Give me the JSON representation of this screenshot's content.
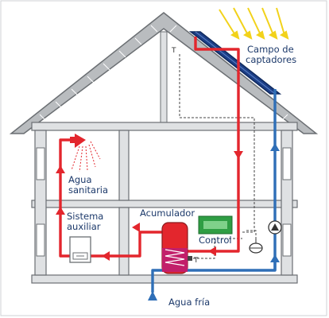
{
  "labels": {
    "campo_line1": "Campo de",
    "campo_line2": "captadores",
    "agua_line1": "Agua",
    "agua_line2": "sanitaria",
    "sistema_line1": "Sistema",
    "sistema_line2": "auxiliar",
    "acumulador": "Acumulador",
    "control": "Control",
    "agua_fria": "Agua fría",
    "sensor_t_top": "T",
    "sensor_t_tank": "T"
  },
  "colors": {
    "hot": "#e3262d",
    "cold": "#2f6fb7",
    "sun": "#f2d21a",
    "structure": "#6b6f73",
    "wall_fill": "#dfe1e3",
    "control_green": "#2f9e44",
    "label": "#1d3a6b"
  }
}
